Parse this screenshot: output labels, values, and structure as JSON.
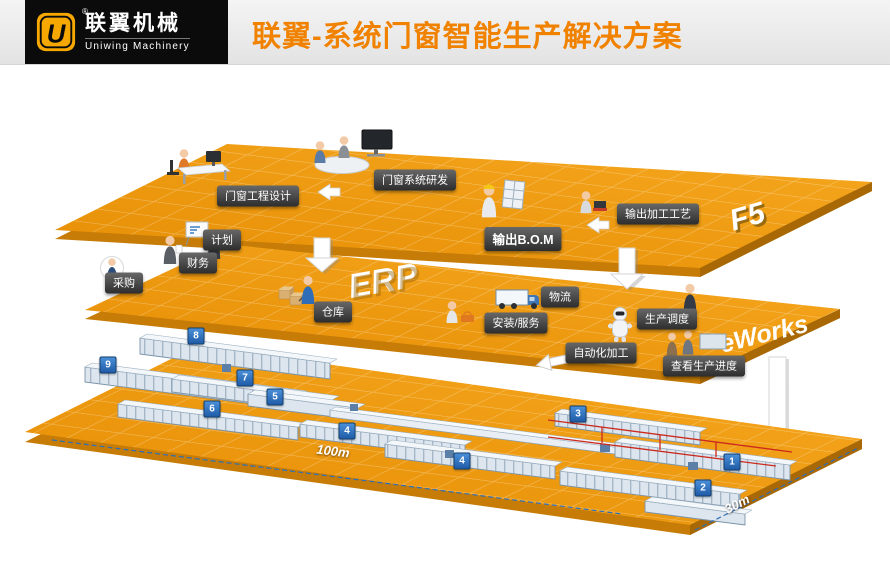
{
  "header": {
    "logo_zh": "联翼机械",
    "logo_en": "Uniwing Machinery",
    "logo_letter": "U",
    "reg": "®",
    "title": "联翼-系统门窗智能生产解决方案"
  },
  "tiers": {
    "design": {
      "label": "F5",
      "nodes": [
        "门窗工程设计",
        "门窗系统研发",
        "输出B.O.M",
        "输出加工工艺"
      ]
    },
    "erp": {
      "label": "ERP",
      "label_right": "eWorks",
      "nodes": [
        "计划",
        "财务",
        "采购",
        "仓库",
        "物流",
        "安装/服务",
        "生产调度",
        "自动化加工",
        "查看生产进度"
      ]
    },
    "factory": {
      "markers": [
        "8",
        "9",
        "7",
        "5",
        "6",
        "4",
        "4",
        "3",
        "1",
        "2"
      ],
      "length_label": "100m",
      "width_label": "30m"
    }
  },
  "colors": {
    "platform": "#ed9508",
    "platform_edge": "#c67c06",
    "brand_orange": "#f08200",
    "marker_blue": "#2f74c0"
  }
}
